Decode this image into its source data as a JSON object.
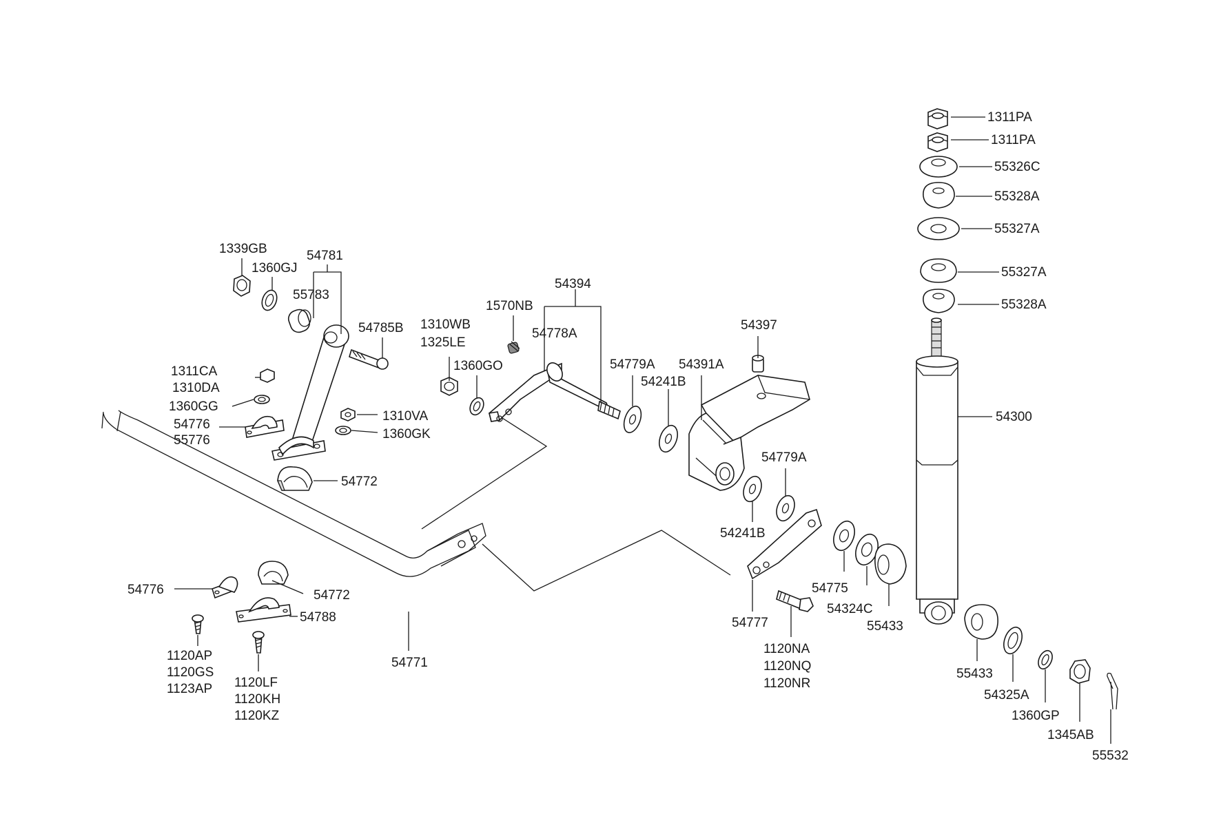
{
  "diagram": {
    "labels": {
      "l1311pa_a": "1311PA",
      "l1311pa_b": "1311PA",
      "l55326c": "55326C",
      "l55328a_a": "55328A",
      "l55327a_a": "55327A",
      "l55327a_b": "55327A",
      "l55328a_b": "55328A",
      "l54300": "54300",
      "l1339gb": "1339GB",
      "l54781": "54781",
      "l1360gj": "1360GJ",
      "l55783": "55783",
      "l54785b": "54785B",
      "l1311ca": "1311CA",
      "l1310da": "1310DA",
      "l1360gg": "1360GG",
      "l54776_a": "54776",
      "l55776": "55776",
      "l1310va": "1310VA",
      "l1360gk": "1360GK",
      "l54772_a": "54772",
      "l54394": "54394",
      "l1570nb": "1570NB",
      "l1310wb": "1310WB",
      "l1325le": "1325LE",
      "l54778a": "54778A",
      "l1360go": "1360GO",
      "l54779a_a": "54779A",
      "l54391a": "54391A",
      "l54241b_a": "54241B",
      "l54397": "54397",
      "l54779a_b": "54779A",
      "l54241b_b": "54241B",
      "l54775": "54775",
      "l54324c": "54324C",
      "l55433_a": "55433",
      "l54777": "54777",
      "l1120na": "1120NA",
      "l1120nq": "1120NQ",
      "l1120nr": "1120NR",
      "l54776_b": "54776",
      "l54772_b": "54772",
      "l54788": "54788",
      "l1120ap": "1120AP",
      "l1120gs": "1120GS",
      "l1123ap": "1123AP",
      "l1120lf": "1120LF",
      "l1120kh": "1120KH",
      "l1120kz": "1120KZ",
      "l54771": "54771",
      "l55433_b": "55433",
      "l54325a": "54325A",
      "l1360gp": "1360GP",
      "l1345ab": "1345AB",
      "l55532": "55532"
    }
  }
}
